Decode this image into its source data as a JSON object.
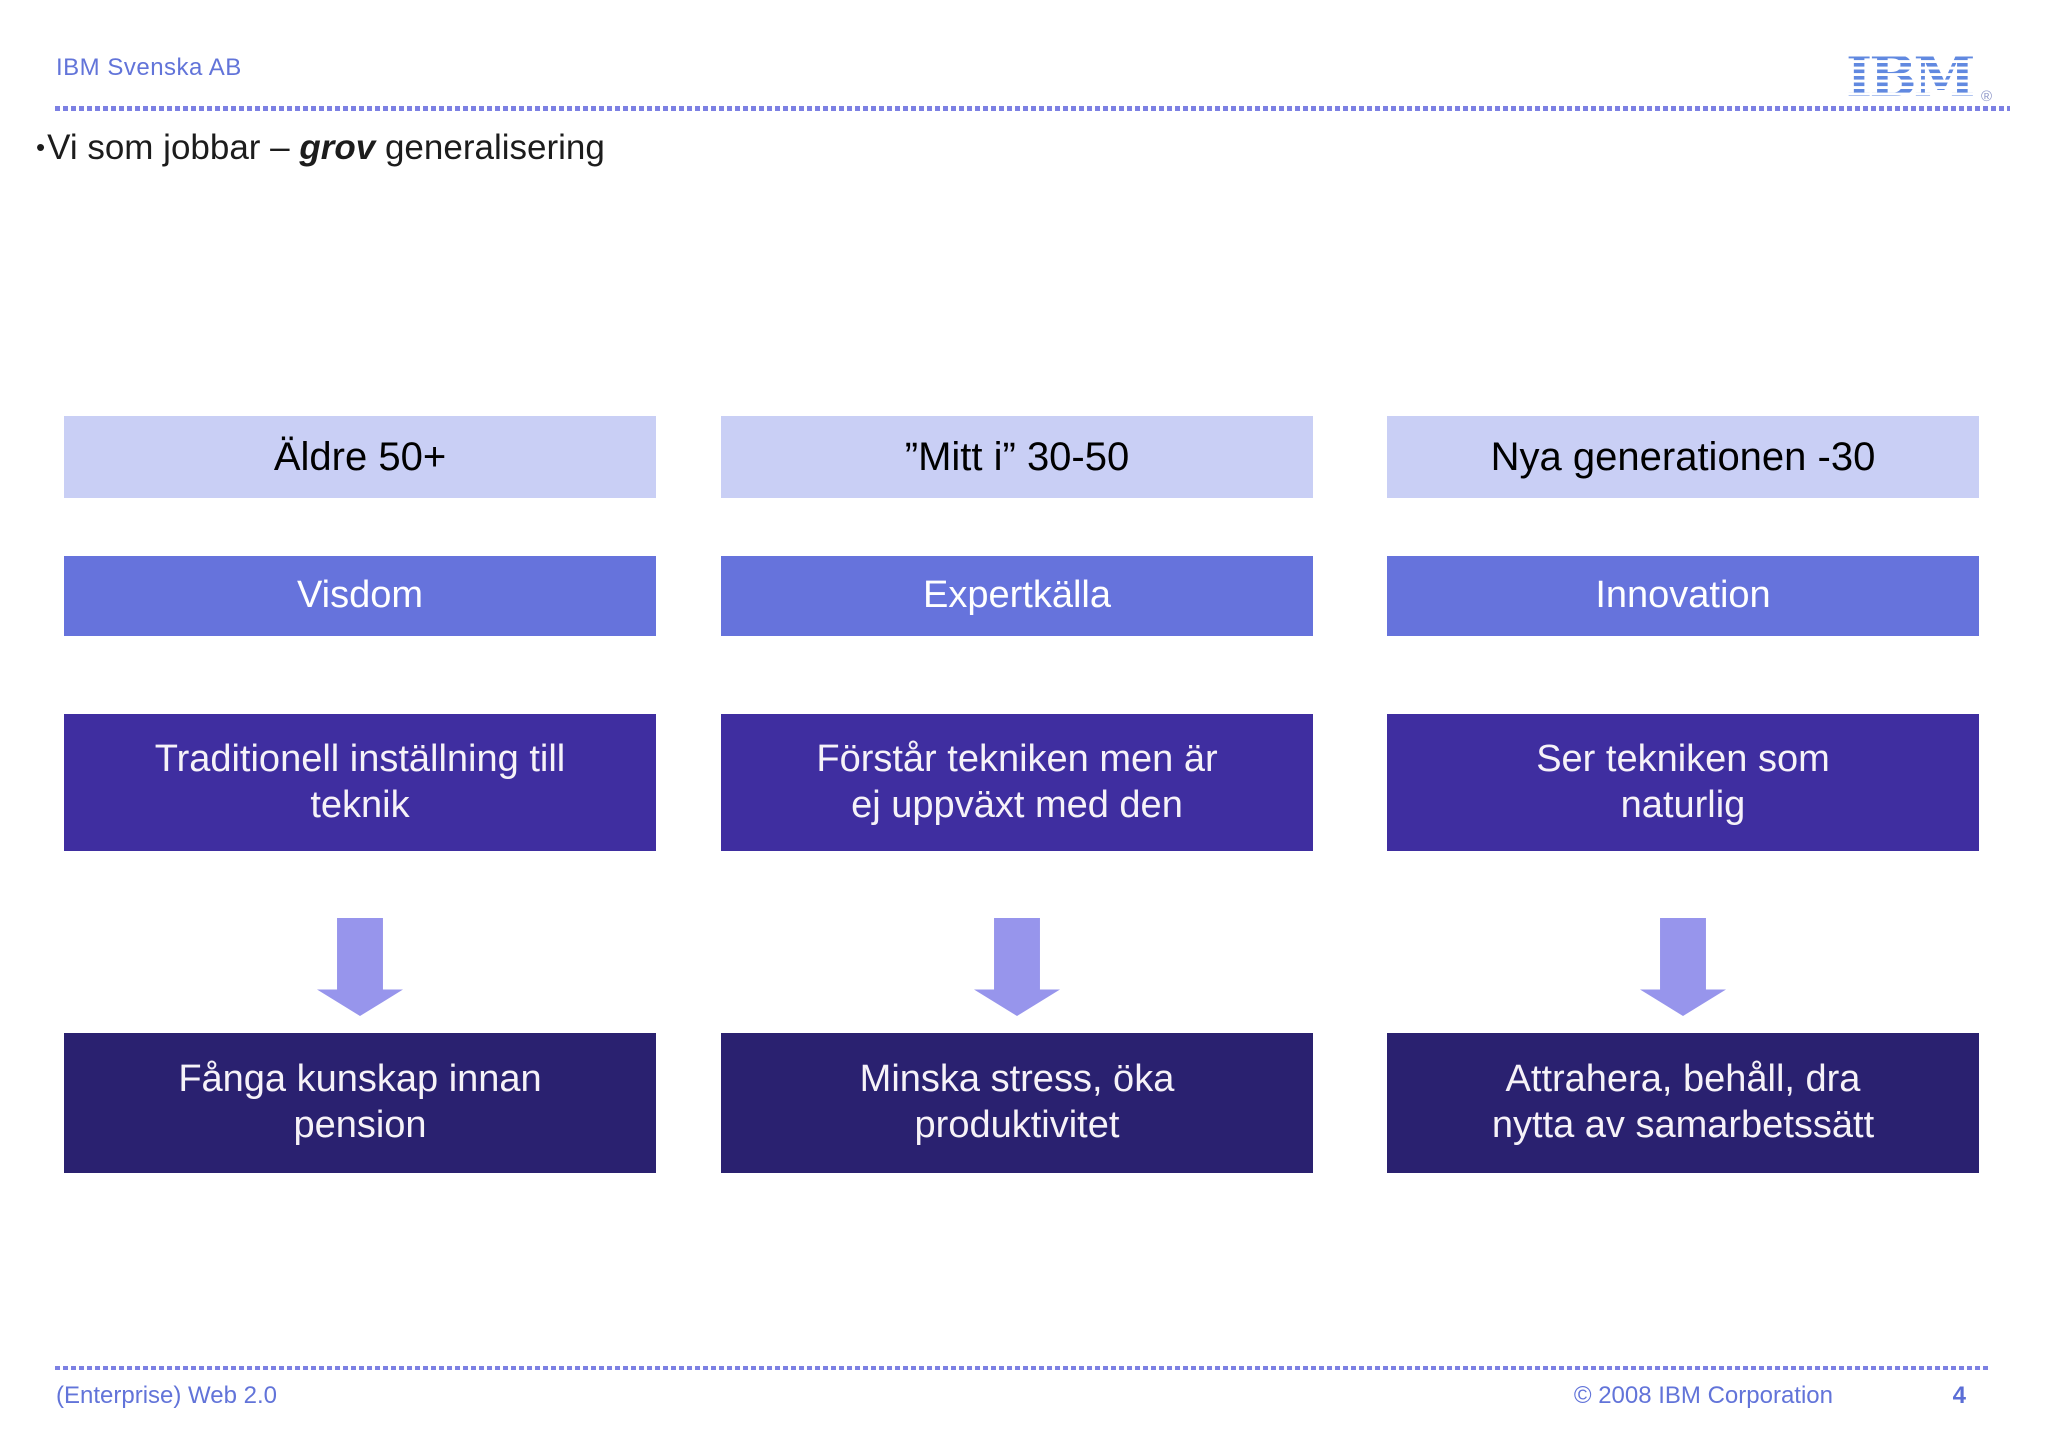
{
  "slide": {
    "company": "IBM Svenska AB",
    "logo": {
      "text": "IBM",
      "registered": "®"
    },
    "title": {
      "bullet": "•",
      "prefix": "Vi som jobbar – ",
      "emphasis": "grov",
      "suffix": " generalisering"
    }
  },
  "diagram": {
    "columns": [
      {
        "generation": "Äldre 50+",
        "trait": "Visdom",
        "description": "Traditionell inställning till\nteknik",
        "action": "Fånga kunskap innan\npension"
      },
      {
        "generation": "”Mitt i” 30-50",
        "trait": "Expertkälla",
        "description": "Förstår tekniken men är\nej uppväxt med den",
        "action": "Minska stress, öka\nproduktivitet"
      },
      {
        "generation": "Nya generationen -30",
        "trait": "Innovation",
        "description": "Ser tekniken som\nnaturlig",
        "action": "Attrahera, behåll, dra\nnytta av samarbetssätt"
      }
    ]
  },
  "footer": {
    "left": "(Enterprise) Web 2.0",
    "copyright": "© 2008 IBM Corporation",
    "page": "4"
  },
  "colors": {
    "generation_box": "#c9cff5",
    "trait_box": "#6673dc",
    "description_box": "#3f2ea0",
    "action_box": "#2a2170",
    "arrow": "#9795ec",
    "accent_text": "#6274d9",
    "logo_blue": "#6189e0"
  }
}
